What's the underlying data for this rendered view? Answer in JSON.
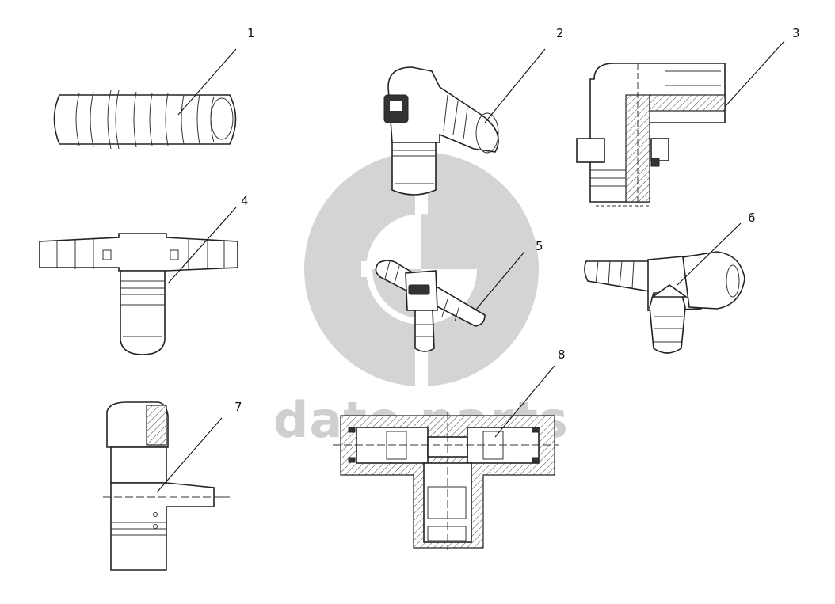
{
  "watermark": {
    "text": "date parts",
    "color": "#cfcfcf"
  },
  "callouts": [
    {
      "id": "1",
      "label": "1"
    },
    {
      "id": "2",
      "label": "2"
    },
    {
      "id": "3",
      "label": "3"
    },
    {
      "id": "4",
      "label": "4"
    },
    {
      "id": "5",
      "label": "5"
    },
    {
      "id": "6",
      "label": "6"
    },
    {
      "id": "7",
      "label": "7"
    },
    {
      "id": "8",
      "label": "8"
    }
  ]
}
